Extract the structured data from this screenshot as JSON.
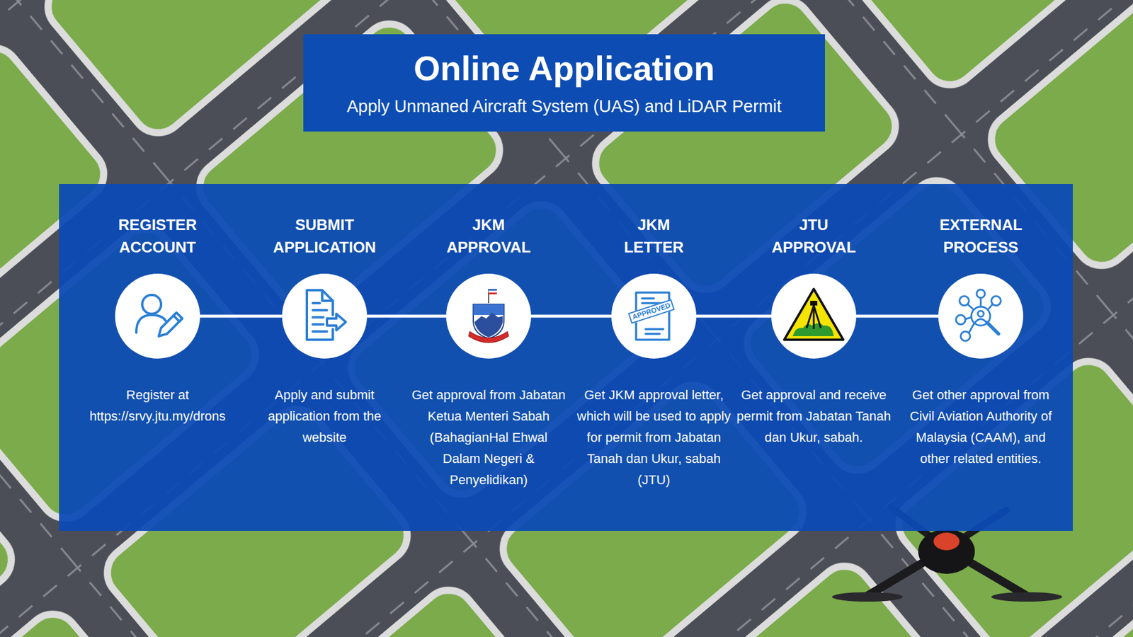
{
  "diagram": {
    "title": "Online Application",
    "nodes": [
      {
        "text": [
          "REGISTER ACCOUNT",
          "Register at https://srvy.jtu.my/drons"
        ]
      },
      {
        "text": [
          "SUBMIT APPLICATION",
          "Apply and submit application from the website"
        ]
      },
      {
        "text": [
          "JKM APPROVAL",
          "Get approval from Jabatan Ketua Menteri Sabah (BahagianHal Ehwal Dalam Negeri & Penyelidikan)"
        ]
      },
      {
        "text": [
          "JKM LETTER",
          "Get JKM approval letter, which will be used to apply for permit from Jabatan Tanah dan Ukur, sabah (JTU)"
        ]
      },
      {
        "text": [
          "JTU APPROVAL",
          "Get approval and receive permit from Jabatan Tanah dan Ukur, sabah."
        ]
      },
      {
        "text": [
          "EXTERNAL PROCESS",
          "Get other approval from Civil Aviation Authority of Malaysia (CAAM), and other related entities."
        ]
      }
    ],
    "edges": [
      {
        "from": 0,
        "to": 1,
        "arrow": "none"
      },
      {
        "from": 1,
        "to": 2,
        "arrow": "none"
      },
      {
        "from": 2,
        "to": 3,
        "arrow": "none"
      },
      {
        "from": 3,
        "to": 4,
        "arrow": "none"
      },
      {
        "from": 4,
        "to": 5,
        "arrow": "none"
      }
    ],
    "labels": [
      "Apply Unmaned Aircraft System (UAS) and LiDAR Permit",
      "APPROVED"
    ]
  }
}
